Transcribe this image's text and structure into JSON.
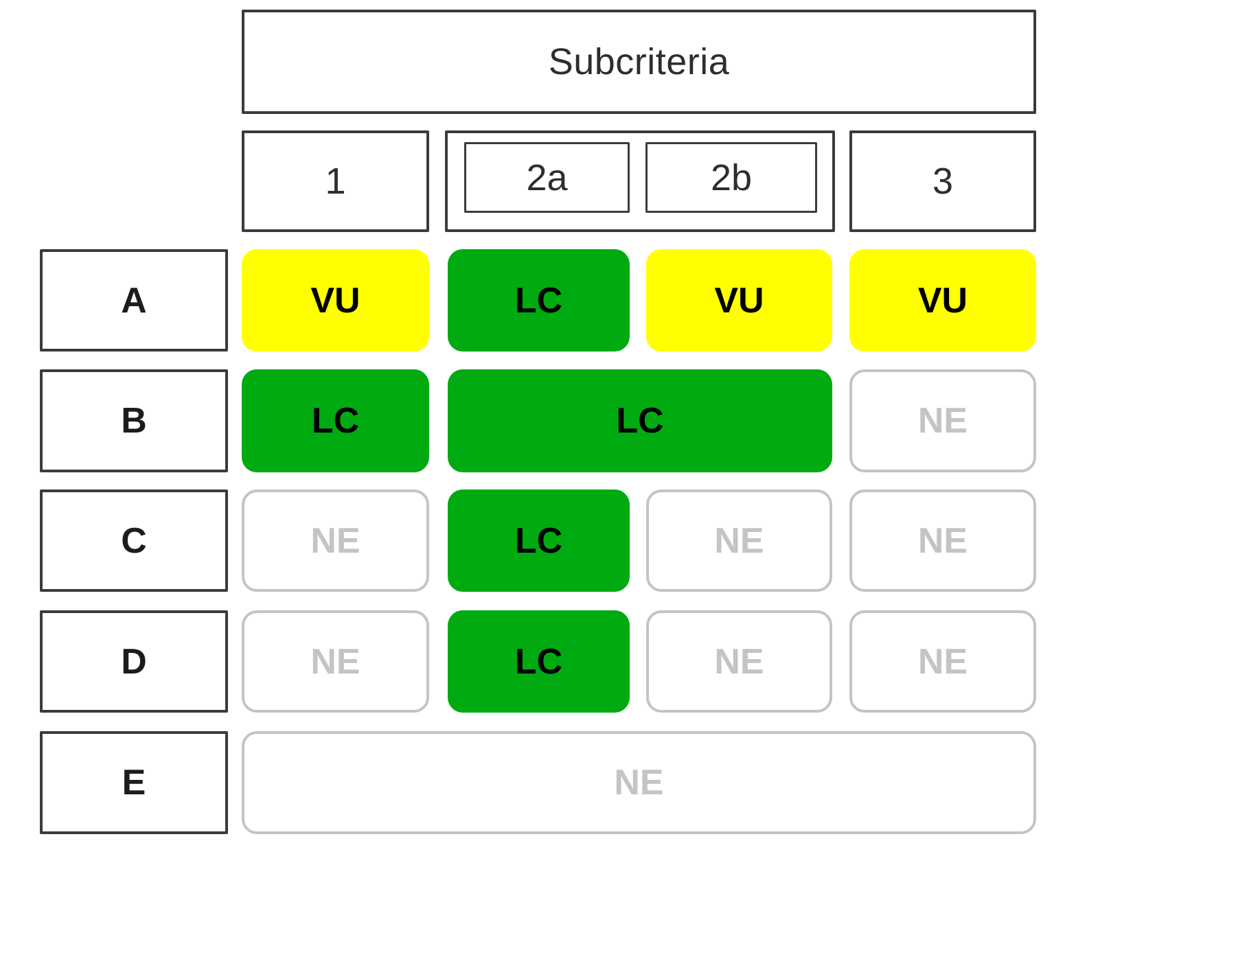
{
  "figure": {
    "type": "status-matrix",
    "header": {
      "group_label": "Subcriteria",
      "columns": [
        {
          "id": "1",
          "label": "1",
          "nested": false
        },
        {
          "id": "2a",
          "label": "2a",
          "nested": true
        },
        {
          "id": "2b",
          "label": "2b",
          "nested": true
        },
        {
          "id": "3",
          "label": "3",
          "nested": false
        }
      ],
      "nested_group_id": "2"
    },
    "row_labels": [
      "A",
      "B",
      "C",
      "D",
      "E"
    ],
    "legend_codes": {
      "LC": "LC",
      "VU": "VU",
      "NE": "NE"
    },
    "colors": {
      "lc_fill": "#00AA11",
      "vu_fill": "#FFFF00",
      "ne_fill": "#FFFFFF",
      "ne_border": "#C4C4C4",
      "ne_text": "#C4C4C4",
      "outline": "#3B3B3B",
      "text": "#000000",
      "background": "#FFFFFF"
    },
    "rows": [
      {
        "label": "A",
        "cells": [
          {
            "col": "1",
            "code": "VU",
            "status": "vu",
            "span": 1
          },
          {
            "col": "2a",
            "code": "LC",
            "status": "lc",
            "span": 1
          },
          {
            "col": "2b",
            "code": "VU",
            "status": "vu",
            "span": 1
          },
          {
            "col": "3",
            "code": "VU",
            "status": "vu",
            "span": 1
          }
        ]
      },
      {
        "label": "B",
        "cells": [
          {
            "col": "1",
            "code": "LC",
            "status": "lc",
            "span": 1
          },
          {
            "col": "2a-2b",
            "code": "LC",
            "status": "lc",
            "span": 2
          },
          {
            "col": "3",
            "code": "NE",
            "status": "ne",
            "span": 1
          }
        ]
      },
      {
        "label": "C",
        "cells": [
          {
            "col": "1",
            "code": "NE",
            "status": "ne",
            "span": 1
          },
          {
            "col": "2a",
            "code": "LC",
            "status": "lc",
            "span": 1
          },
          {
            "col": "2b",
            "code": "NE",
            "status": "ne",
            "span": 1
          },
          {
            "col": "3",
            "code": "NE",
            "status": "ne",
            "span": 1
          }
        ]
      },
      {
        "label": "D",
        "cells": [
          {
            "col": "1",
            "code": "NE",
            "status": "ne",
            "span": 1
          },
          {
            "col": "2a",
            "code": "LC",
            "status": "lc",
            "span": 1
          },
          {
            "col": "2b",
            "code": "NE",
            "status": "ne",
            "span": 1
          },
          {
            "col": "3",
            "code": "NE",
            "status": "ne",
            "span": 1
          }
        ]
      },
      {
        "label": "E",
        "cells": [
          {
            "col": "1-3",
            "code": "NE",
            "status": "ne",
            "span": 4
          }
        ]
      }
    ]
  }
}
